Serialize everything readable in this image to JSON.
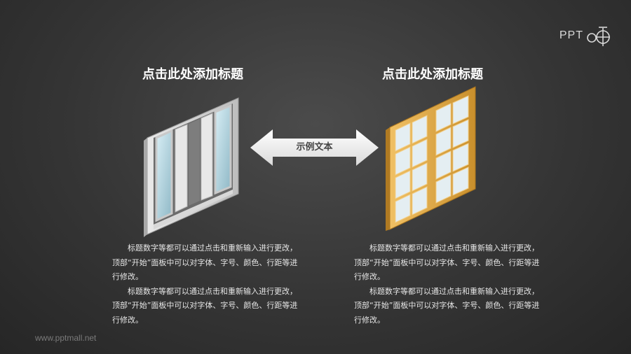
{
  "logo": {
    "text": "PPT",
    "mark_icon": "ppt-logo-mark-icon"
  },
  "left": {
    "title": "点击此处添加标题",
    "paragraphs": [
      "标题数字等都可以通过点击和重新输入进行更改，顶部“开始”面板中可以对字体、字号、颜色、行距等进行修改。",
      "标题数字等都可以通过点击和重新输入进行更改，顶部“开始”面板中可以对字体、字号、颜色、行距等进行修改。"
    ],
    "image_icon": "sliding-window-icon"
  },
  "right": {
    "title": "点击此处添加标题",
    "paragraphs": [
      "标题数字等都可以通过点击和重新输入进行更改，顶部“开始”面板中可以对字体、字号、颜色、行距等进行修改。",
      "标题数字等都可以通过点击和重新输入进行更改，顶部“开始”面板中可以对字体、字号、颜色、行距等进行修改。"
    ],
    "image_icon": "wooden-window-icon"
  },
  "arrow": {
    "label": "示例文本",
    "icon": "double-arrow-icon"
  },
  "footer": {
    "text": "www.pptmall.net"
  },
  "colors": {
    "background": "#333333",
    "title": "#ffffff",
    "text": "#e6e6e6",
    "wood": "#d9a441"
  }
}
